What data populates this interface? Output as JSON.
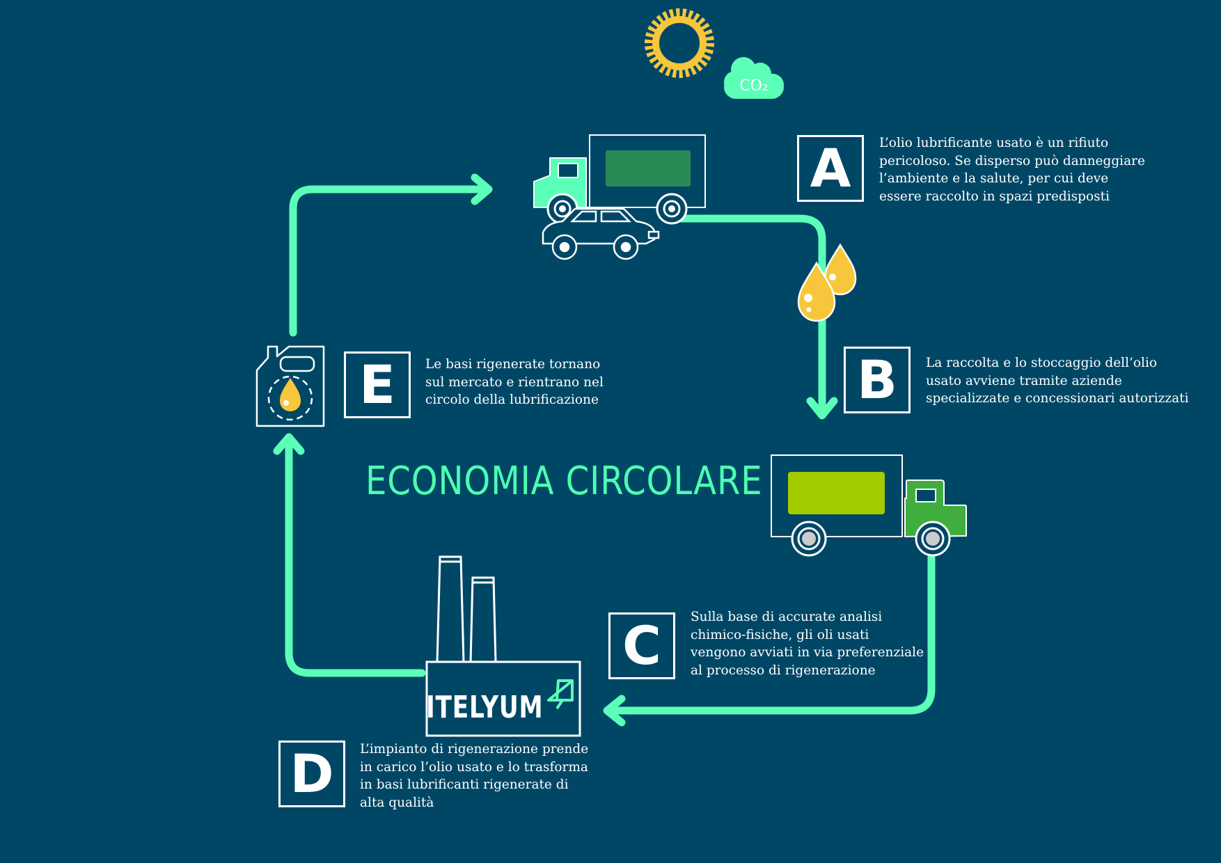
{
  "title": "ECONOMIA CIRCOLARE",
  "brand": "ITELYUM",
  "co2_label": "CO₂",
  "steps": [
    {
      "letter": "A",
      "text": "L’olio lubrificante usato è un rifiuto\npericoloso. Se disperso può danneggiare\nl’ambiente e la salute, per cui deve\nessere raccolto in spazi predisposti"
    },
    {
      "letter": "B",
      "text": "La raccolta e lo stoccaggio dell’olio\nusato avviene tramite aziende\nspecializzate e concessionari autorizzati"
    },
    {
      "letter": "C",
      "text": "Sulla base di accurate analisi\nchimico-fisiche, gli oli usati\nvengono avviati in via preferenziale\nal processo di rigenerazione"
    },
    {
      "letter": "D",
      "text": "L’impianto di rigenerazione prende\nin carico l’olio usato e lo trasforma\nin basi lubrificanti rigenerate di\nalta qualità"
    },
    {
      "letter": "E",
      "text": "Le basi rigenerate tornano\nsul mercato e rientrano nel\ncircolo della lubrificazione"
    }
  ],
  "icons": [
    "sun-icon",
    "co2-cloud-icon",
    "truck-icon",
    "car-icon",
    "oil-drops-icon",
    "factory-icon",
    "oil-canister-icon"
  ],
  "colors": {
    "background": "#004766",
    "flow_line": "#5cffb8",
    "title": "#4dffb1",
    "sun": "#f7c63a",
    "oil": "#f7c63a",
    "truck_top_cab": "#5cffb8",
    "truck_top_cargo": "#2a8a55",
    "truck_bottom_cargo": "#a3cc00",
    "truck_bottom_cab": "#3fae3f"
  }
}
